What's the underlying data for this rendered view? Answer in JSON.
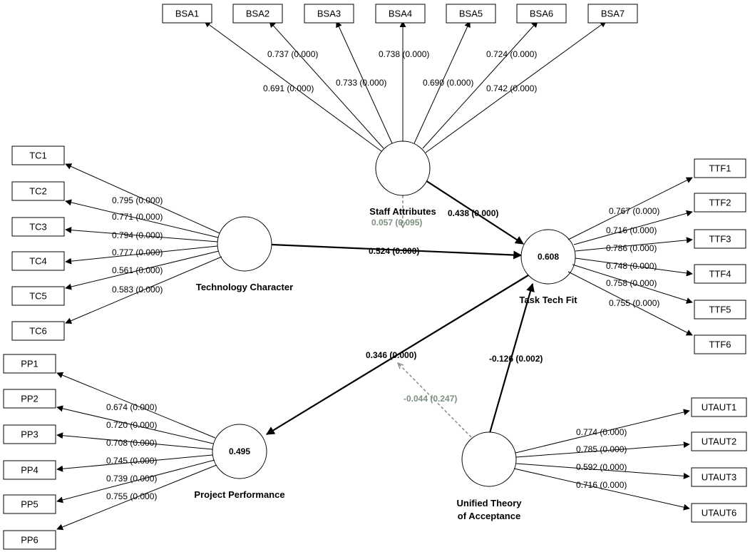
{
  "constructs": {
    "staff": {
      "name": "Staff Attributes",
      "r2": ""
    },
    "tech": {
      "name": "Technology Character",
      "r2": ""
    },
    "ttf": {
      "name": "Task Tech Fit",
      "r2": "0.608"
    },
    "pp": {
      "name": "Project Performance",
      "r2": "0.495"
    },
    "utaut": {
      "name_line1": "Unified Theory",
      "name_line2": "of Acceptance",
      "r2": ""
    }
  },
  "indicators": {
    "bsa": [
      {
        "label": "BSA1",
        "loading": "0.691 (0.000)"
      },
      {
        "label": "BSA2",
        "loading": "0.737 (0.000)"
      },
      {
        "label": "BSA3",
        "loading": "0.733 (0.000)"
      },
      {
        "label": "BSA4",
        "loading": "0.738 (0.000)"
      },
      {
        "label": "BSA5",
        "loading": "0.690 (0.000)"
      },
      {
        "label": "BSA6",
        "loading": "0.724 (0.000)"
      },
      {
        "label": "BSA7",
        "loading": "0.742 (0.000)"
      }
    ],
    "tc": [
      {
        "label": "TC1",
        "loading": "0.795 (0.000)"
      },
      {
        "label": "TC2",
        "loading": "0.771 (0.000)"
      },
      {
        "label": "TC3",
        "loading": "0.794 (0.000)"
      },
      {
        "label": "TC4",
        "loading": "0.777 (0.000)"
      },
      {
        "label": "TC5",
        "loading": "0.561 (0.000)"
      },
      {
        "label": "TC6",
        "loading": "0.583 (0.000)"
      }
    ],
    "ttf": [
      {
        "label": "TTF1",
        "loading": "0.767 (0.000)"
      },
      {
        "label": "TTF2",
        "loading": "0.716 (0.000)"
      },
      {
        "label": "TTF3",
        "loading": "0.786 (0.000)"
      },
      {
        "label": "TTF4",
        "loading": "0.748 (0.000)"
      },
      {
        "label": "TTF5",
        "loading": "0.758 (0.000)"
      },
      {
        "label": "TTF6",
        "loading": "0.755 (0.000)"
      }
    ],
    "pp": [
      {
        "label": "PP1",
        "loading": "0.674 (0.000)"
      },
      {
        "label": "PP2",
        "loading": "0.720 (0.000)"
      },
      {
        "label": "PP3",
        "loading": "0.708 (0.000)"
      },
      {
        "label": "PP4",
        "loading": "0.745 (0.000)"
      },
      {
        "label": "PP5",
        "loading": "0.739 (0.000)"
      },
      {
        "label": "PP6",
        "loading": "0.755 (0.000)"
      }
    ],
    "utaut": [
      {
        "label": "UTAUT1",
        "loading": "0.774 (0.000)"
      },
      {
        "label": "UTAUT2",
        "loading": "0.785 (0.000)"
      },
      {
        "label": "UTAUT3",
        "loading": "0.592 (0.000)"
      },
      {
        "label": "UTAUT6",
        "loading": "0.716 (0.000)"
      }
    ]
  },
  "paths": {
    "staff_ttf": "0.438 (0.000)",
    "tech_ttf": "0.524 (0.000)",
    "ttf_pp": "0.346 (0.000)",
    "utaut_ttf": "-0.126 (0.002)",
    "mod_staff": "0.057 (0.095)",
    "mod_utaut": "-0.044 (0.247)"
  },
  "colors": {
    "line": "#000000",
    "moderation_line": "#888888",
    "moderation_text": "#7f8f7f"
  }
}
